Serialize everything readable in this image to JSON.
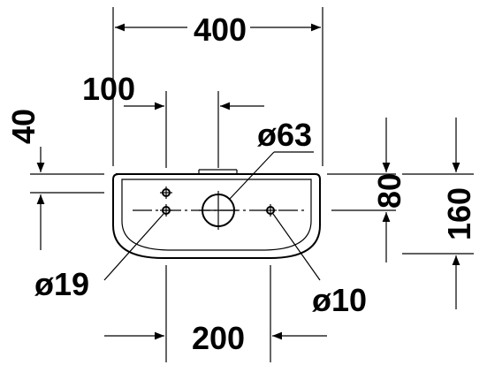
{
  "dimensions": {
    "overall_width": "400",
    "hole_offset": "100",
    "hole_spacing": "200",
    "top_height": "40",
    "hole_row_height": "80",
    "total_height": "160"
  },
  "callouts": {
    "large_hole": "ø63",
    "left_holes": "ø19",
    "right_hole": "ø10"
  }
}
